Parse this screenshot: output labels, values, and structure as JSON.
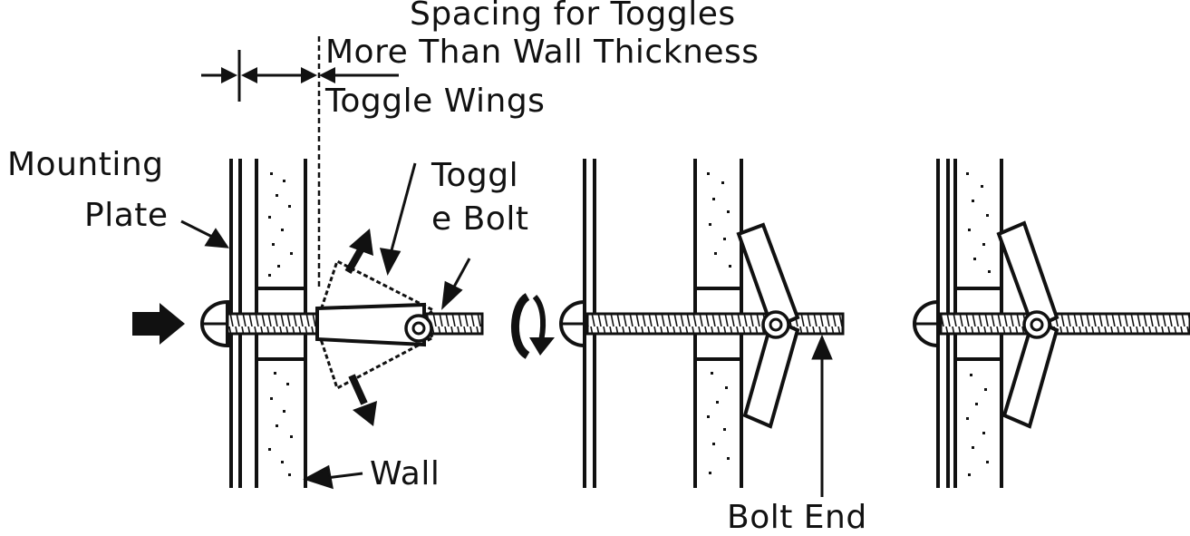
{
  "labels": {
    "spacing_line1": "Spacing for Toggles",
    "spacing_line2": "More Than Wall Thickness",
    "toggle_wings": "Toggle Wings",
    "mounting": "Mounting",
    "plate": "Plate",
    "toggle_line1": "Toggl",
    "toggle_line2": "e Bolt",
    "wall": "Wall",
    "bolt_end": "Bolt End"
  },
  "colors": {
    "ink": "#111111",
    "background": "#ffffff"
  },
  "icons": [
    "push-arrow-icon",
    "rotate-arrow-icon",
    "expand-arrow-up-icon",
    "expand-arrow-down-icon"
  ]
}
